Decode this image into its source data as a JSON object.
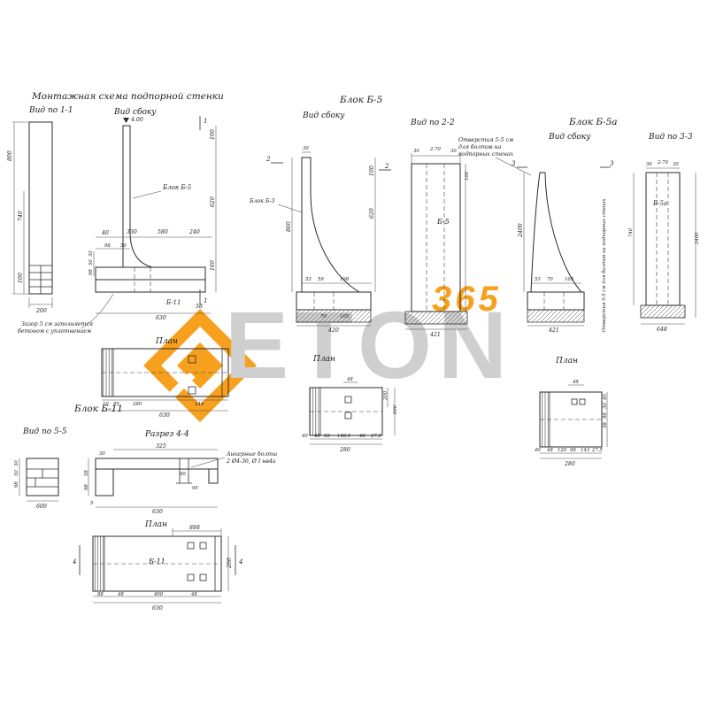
{
  "watermark": {
    "brand": "ETON",
    "number": "365",
    "accent": "#f7a01d",
    "gray": "#cfcfcf"
  },
  "montage": {
    "title": "Монтажная схема подпорной стенки",
    "view11": {
      "title": "Вид по 1-1",
      "mark": "1",
      "dims": [
        "800",
        "740",
        "100",
        "200"
      ]
    },
    "side": {
      "title": "Вид сбоку",
      "elev": "4.00",
      "block_label": "Блок Б-5",
      "base_label": "Б-11",
      "dims_top": [
        "40",
        "330",
        "580",
        "240"
      ],
      "dims_mid": [
        "98",
        "50"
      ],
      "dims_left": [
        "30",
        "50",
        "98"
      ],
      "dims_right": [
        "100",
        "620",
        "160"
      ],
      "dims_bottom": [
        "58",
        "630"
      ],
      "note_line1": "Зазор 5 см заполняется",
      "note_line2": "бетоном с уплотнением"
    },
    "plan": {
      "title": "План",
      "dims": [
        "10",
        "85",
        "280",
        "240",
        "630"
      ]
    }
  },
  "b11": {
    "title": "Блок Б-11",
    "view55": {
      "title": "Вид по 5-5",
      "dims": [
        "30",
        "50",
        "98",
        "600"
      ]
    },
    "section44": {
      "title": "Разрез 4-4",
      "dims": [
        "325",
        "30",
        "58",
        "98",
        "40",
        "95",
        "5",
        "630"
      ],
      "note_line1": "Анкерные болты",
      "note_line2": "2 Ø4-36, Ø I нв4а"
    },
    "plan": {
      "title": "План",
      "label": "Б-11",
      "mark": "4",
      "dim_top": "888",
      "dim_right": "200",
      "dims_bottom": [
        "88",
        "48",
        "400",
        "48",
        "630"
      ]
    }
  },
  "b5": {
    "title": "Блок Б-5",
    "side": {
      "title": "Вид сбоку",
      "mark": "2",
      "ref_label": "Блок Б-3",
      "dims": [
        "30",
        "860",
        "620",
        "100",
        "53",
        "59",
        "168",
        "70",
        "105",
        "420"
      ]
    },
    "view22": {
      "title": "Вид по 2-2",
      "label": "Б-5",
      "dims": [
        "30",
        "2-70",
        "30",
        "100",
        "421"
      ]
    },
    "plan": {
      "title": "План",
      "dim_top": "48",
      "dims_right": [
        "200",
        "600"
      ],
      "dims_bottom": [
        "40",
        "48",
        "58",
        "148.5",
        "48",
        "27.5",
        "280"
      ]
    }
  },
  "b5a": {
    "title": "Блок Б-5а",
    "note_line1": "Отверстия 5-5 см",
    "note_line2": "для болтов на",
    "note_line3": "подпорных стенах",
    "side": {
      "title": "Вид сбоку",
      "mark": "3",
      "note_vert": "Отверстия 5-5 см для болтов на подпорных стенах",
      "dims": [
        "2400",
        "53",
        "70",
        "165",
        "421"
      ]
    },
    "view33": {
      "title": "Вид по 3-3",
      "label": "Б-5а",
      "dims": [
        "30",
        "2-70",
        "30",
        "740",
        "2400",
        "648"
      ]
    },
    "plan": {
      "title": "План",
      "dim_top": "48",
      "dims_right": [
        "40",
        "30",
        "98",
        "38"
      ],
      "dims_bottom": [
        "40",
        "48",
        "120",
        "98",
        "143",
        "27.5",
        "280"
      ]
    }
  }
}
